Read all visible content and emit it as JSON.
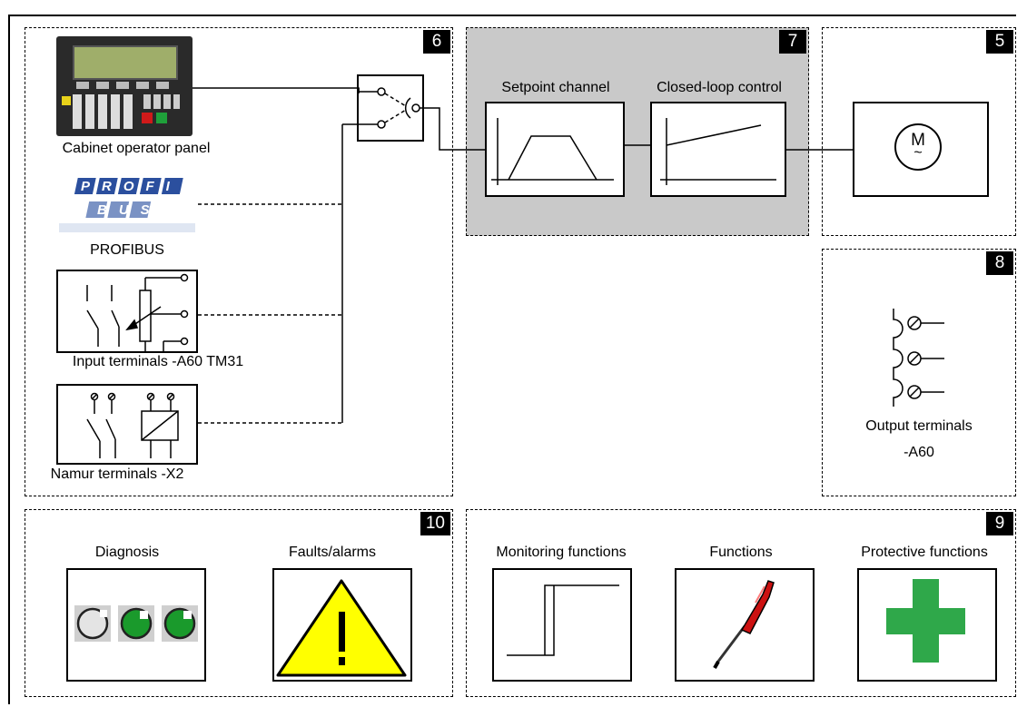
{
  "panels": {
    "p6": {
      "badge": "6"
    },
    "p7": {
      "badge": "7"
    },
    "p5": {
      "badge": "5"
    },
    "p8": {
      "badge": "8"
    },
    "p10": {
      "badge": "10"
    },
    "p9": {
      "badge": "9"
    }
  },
  "sources": {
    "cabinet_panel": "Cabinet operator panel",
    "profibus": "PROFIBUS",
    "profibus_logo_top": "PROFI",
    "profibus_logo_bottom": "BUS",
    "input_terminals": "Input terminals -A60 TM31",
    "namur_terminals": "Namur terminals -X2"
  },
  "control": {
    "setpoint_channel": "Setpoint channel",
    "closed_loop": "Closed-loop control"
  },
  "motor": {
    "symbol": "M",
    "tilde": "~"
  },
  "output": {
    "line1": "Output terminals",
    "line2": "-A60"
  },
  "diagnostics": {
    "diagnosis": "Diagnosis",
    "faults": "Faults/alarms"
  },
  "functions": {
    "monitoring": "Monitoring functions",
    "functions": "Functions",
    "protective": "Protective functions"
  },
  "colors": {
    "gray_panel": "#c9c9c9",
    "green_led": "#1a9a2c",
    "warning_yellow": "#ffff00",
    "cross_green": "#2fa84a",
    "screwdriver_red": "#cc1111"
  }
}
